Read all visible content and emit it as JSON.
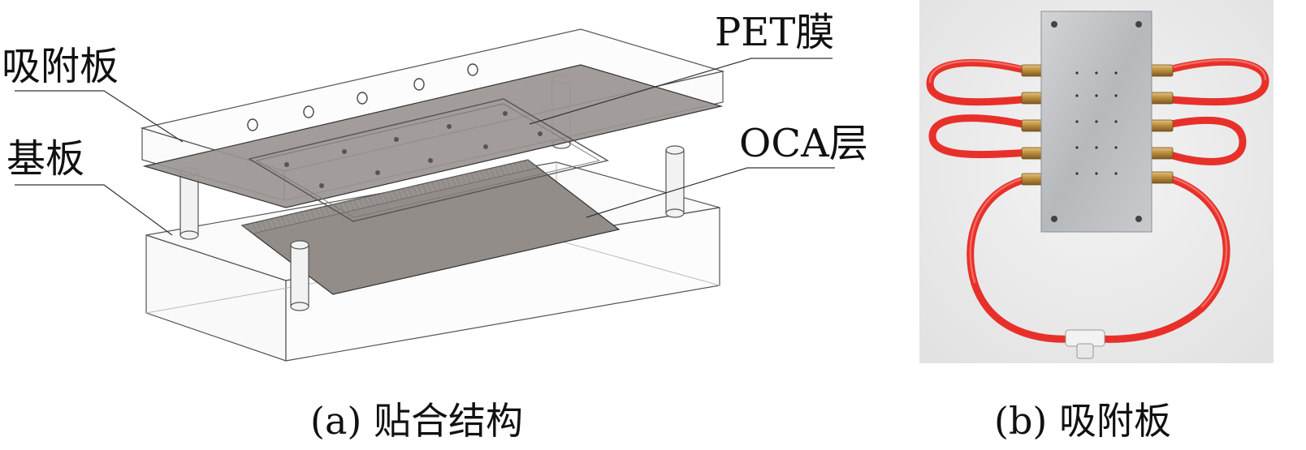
{
  "panel_a": {
    "labels": {
      "adsorption_plate": "吸附板",
      "pet_film": "PET膜",
      "substrate": "基板",
      "oca_layer": "OCA层"
    },
    "caption": "(a) 贴合结构"
  },
  "panel_b": {
    "caption": "(b) 吸附板"
  },
  "colors": {
    "tube_red": "#e8302a",
    "plate_gray": "#b9bcbf",
    "fitting_brass": "#b8893a",
    "film_gray": "#8f8a86"
  }
}
